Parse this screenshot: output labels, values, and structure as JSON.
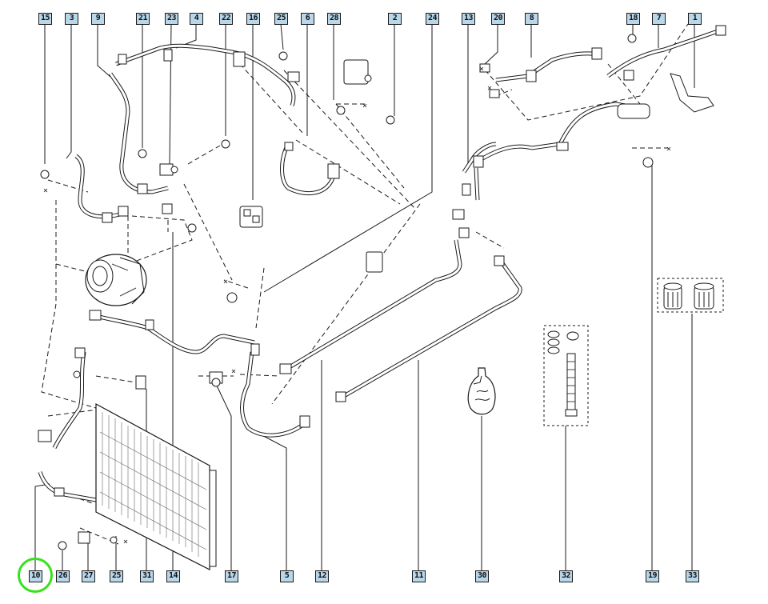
{
  "callouts": {
    "top": [
      "15",
      "3",
      "9",
      "21",
      "23",
      "4",
      "22",
      "16",
      "25",
      "6",
      "28",
      "2",
      "24",
      "13",
      "20",
      "8",
      "18",
      "7",
      "1"
    ],
    "bottom": [
      "10",
      "26",
      "27",
      "25",
      "31",
      "14",
      "17",
      "5",
      "12",
      "11",
      "30",
      "32",
      "19",
      "33"
    ]
  },
  "highlight": {
    "target": "10",
    "color": "#38e01c"
  },
  "colors": {
    "callout_fill": "#b9d7ea",
    "line": "#1a1a1a"
  }
}
